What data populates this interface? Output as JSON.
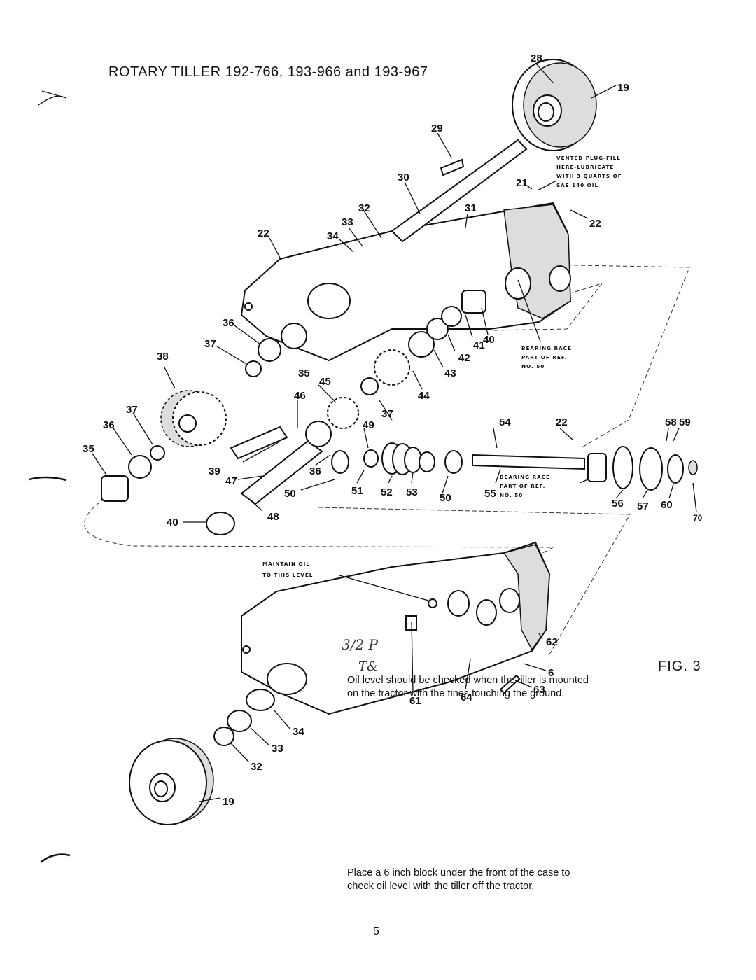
{
  "title": "ROTARY TILLER 192-766, 193-966 and 193-967",
  "figure_label": "FIG. 3",
  "paragraphs": [
    "Oil level should be checked when the tiller is mounted on the tractor with the tines touching the ground.",
    "Place a 6 inch block under the front of the case to check oil level with the tiller off the tractor."
  ],
  "page_number": "5",
  "notes": {
    "vented_plug": [
      "VENTED PLUG-FILL",
      "HERE-LUBRICATE",
      "WITH 3 QUARTS OF",
      "SAE 140 OIL"
    ],
    "bearing_race_1": [
      "BEARING RACE",
      "PART OF REF.",
      "NO. 50"
    ],
    "bearing_race_2": [
      "BEARING RACE",
      "PART OF REF.",
      "NO. 50"
    ],
    "maintain_oil": [
      "MAINTAIN OIL",
      "TO THIS LEVEL"
    ]
  },
  "handwriting": [
    "3/2 P",
    "T&"
  ],
  "part_numbers": [
    "28",
    "19",
    "29",
    "30",
    "21",
    "22",
    "32",
    "31",
    "33",
    "34",
    "22",
    "36",
    "37",
    "38",
    "35",
    "45",
    "41",
    "40",
    "42",
    "43",
    "44",
    "46",
    "37",
    "54",
    "22",
    "58",
    "59",
    "37",
    "36",
    "49",
    "35",
    "39",
    "47",
    "36",
    "50",
    "51",
    "52",
    "53",
    "50",
    "55",
    "56",
    "57",
    "60",
    "70",
    "40",
    "48",
    "62",
    "6",
    "63",
    "61",
    "64",
    "34",
    "33",
    "32",
    "19"
  ]
}
